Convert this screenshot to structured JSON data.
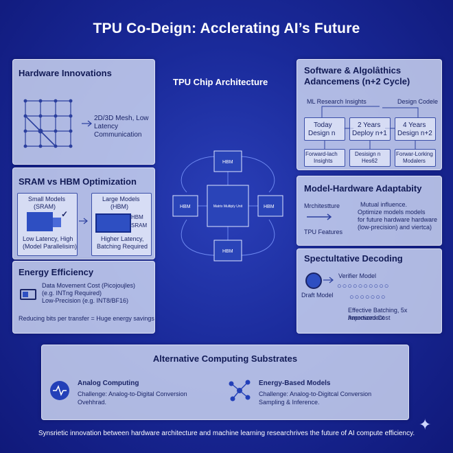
{
  "title": "TPU Co-Deign: Acclerating AI’s Future",
  "center": {
    "label": "TPU Chip Architecture",
    "chips": [
      "HBM",
      "HBM",
      "HBM",
      "HBM"
    ],
    "core_text": "Matrix Multiply Unit"
  },
  "hardware": {
    "title": "Hardware Innovations",
    "mesh_text_1": "2D/3D Mesh, Low",
    "mesh_text_2": "Latency Communication"
  },
  "sram": {
    "title": "SRAM vs HBM Optimization",
    "small_label_1": "Small Models",
    "small_label_2": "(SRAM)",
    "small_caption_1": "Low Latency, High",
    "small_caption_2": "(Model Parallelisim)",
    "large_label_1": "Large Models",
    "large_label_2": "(HBM)",
    "large_side_1": "HBM",
    "large_side_2": "SRAM",
    "large_caption_1": "Higher Latency,",
    "large_caption_2": "Batching Required"
  },
  "energy": {
    "title": "Energy Efficiency",
    "line1": "Data Movement Cost (Picojoujles)",
    "line2": "(e.g. INTng Required)",
    "line3": "Low-Precision (e.g. INT8/BF16)",
    "note": "Reducing bits per transfer = Huge energy savings"
  },
  "software": {
    "title_1": "Software & Algolâthics",
    "title_2": "Adancemens (n+2 Cycle)",
    "ml_insights": "ML Research Insights",
    "design_code": "Design Codele",
    "stages": [
      {
        "line1": "Today",
        "line2": "Design n"
      },
      {
        "line1": "2 Years",
        "line2": "Deploy n+1"
      },
      {
        "line1": "4 Years",
        "line2": "Design n+2"
      }
    ],
    "subs": [
      {
        "line1": "Forward-lach",
        "line2": "Insights"
      },
      {
        "line1": "Desisign n",
        "line2": "Hes62"
      },
      {
        "line1": "Forwar-Lorking",
        "line2": "Modalers"
      }
    ]
  },
  "adapt": {
    "title": "Model-Hardware Adaptabity",
    "architecture": "Mrchitestture",
    "tpu_features": "TPU Features",
    "line1": "Mutual influence.",
    "line2": "Optimize models models",
    "line3": "for future hardware hardware",
    "line4": "(low-precision) and viertca)"
  },
  "spec": {
    "title": "Spectultative Decoding",
    "draft": "Draft Model",
    "verifier": "Verifier Model",
    "line1": "Effective Batching, 5x Improvement",
    "line2": "Amortized Cost"
  },
  "alt": {
    "title": "Alternative Computing Substrates",
    "analog_title": "Analog Computing",
    "analog_line1": "Challenge: Analog-to-Digital Conversion",
    "analog_line2": "Ovehhrad.",
    "energy_title": "Energy-Based Models",
    "energy_line1": "Challenge: Analog-to-Digitcal Conversion",
    "energy_line2": "Sampling & Inference."
  },
  "footer": "Synsrietic innovation between hardware architecture and machine learning researchrives the future of AI compute efficiency."
}
